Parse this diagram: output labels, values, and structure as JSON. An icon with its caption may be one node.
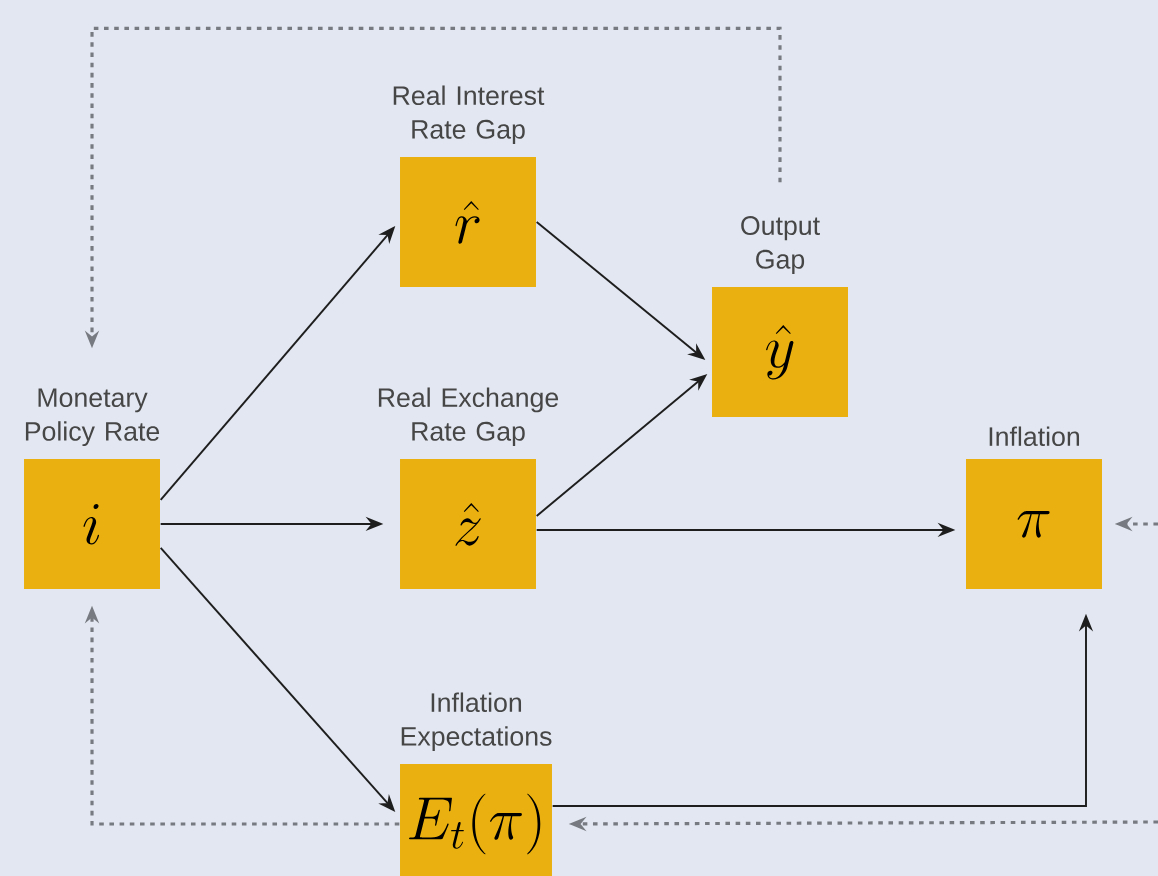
{
  "diagram": {
    "nodes": [
      {
        "text": [
          "Monetary Policy Rate",
          "i"
        ]
      },
      {
        "text": [
          "Real Interest Rate Gap",
          "\\hat{r}"
        ]
      },
      {
        "text": [
          "Output Gap",
          "\\hat{y}"
        ]
      },
      {
        "text": [
          "Real Exchange Rate Gap",
          "\\hat{z}"
        ]
      },
      {
        "text": [
          "Inflation",
          "\\pi"
        ]
      },
      {
        "text": [
          "Inflation Expectations",
          "E_t(\\pi)"
        ]
      }
    ],
    "edges": [
      {
        "from": 0,
        "to": 1,
        "arrow": "to"
      },
      {
        "from": 0,
        "to": 3,
        "arrow": "to"
      },
      {
        "from": 0,
        "to": 5,
        "arrow": "to"
      },
      {
        "from": 1,
        "to": 2,
        "arrow": "to"
      },
      {
        "from": 3,
        "to": 2,
        "arrow": "to"
      },
      {
        "from": 3,
        "to": 4,
        "arrow": "to"
      },
      {
        "from": 5,
        "to": 4,
        "arrow": "to"
      },
      {
        "from": 2,
        "to": 0,
        "arrow": "to",
        "style": "dashed",
        "color": "#777a80"
      },
      {
        "from": 5,
        "to": 0,
        "arrow": "to",
        "style": "dashed",
        "color": "#777a80"
      },
      {
        "from": null,
        "to": 4,
        "arrow": "to",
        "style": "dashed",
        "color": "#777a80"
      },
      {
        "from": null,
        "to": 5,
        "arrow": "to",
        "style": "dashed",
        "color": "#777a80"
      }
    ]
  }
}
